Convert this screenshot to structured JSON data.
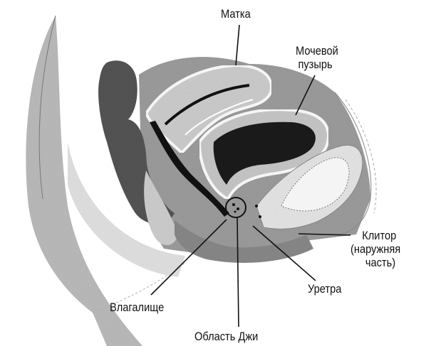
{
  "figure": {
    "type": "anatomical-sagittal-section",
    "colors": {
      "background": "#ffffff",
      "ink": "#111111",
      "dark_cavity": "#1a1a1a",
      "mid_tissue": "#6e6e6e",
      "light_tissue": "#c8c8c8",
      "pale_tissue": "#e6e6e6"
    }
  },
  "labels": {
    "uterus": "Матка",
    "bladder_line1": "Мочевой",
    "bladder_line2": "пузырь",
    "clitoris_line1": "Клитор",
    "clitoris_line2": "(наружняя",
    "clitoris_line3": "часть)",
    "urethra": "Уретра",
    "vagina": "Влагалище",
    "g_spot": "Область Джи"
  }
}
